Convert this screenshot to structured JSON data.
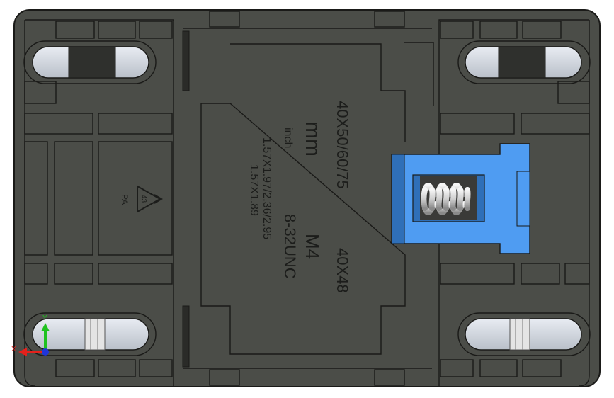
{
  "engraving": {
    "line1": "40X50/60/75",
    "line1_suffix": "40X48",
    "line2": "mm",
    "line2_suffix": "M4",
    "line3": "inch",
    "line3_suffix": "8-32UNC",
    "line4": "1.57X1.97/2.36/2.95",
    "line5": "1.57X1.89"
  },
  "recycle": {
    "code": "43",
    "material": "PA"
  },
  "triad": {
    "x_label": "X",
    "y_label": "Y"
  },
  "colors": {
    "background": "#ffffff",
    "body": "#4b4d48",
    "outline": "#1a1a18",
    "slot_fill": "#d8dde4",
    "dark_block": "#2f302d",
    "latch": "#4f9cf2",
    "latch_dark": "#2f6fb8",
    "spring": "#d9d9d9"
  },
  "icons": [
    "recycle-icon",
    "spring-icon",
    "axis-triad-icon"
  ]
}
